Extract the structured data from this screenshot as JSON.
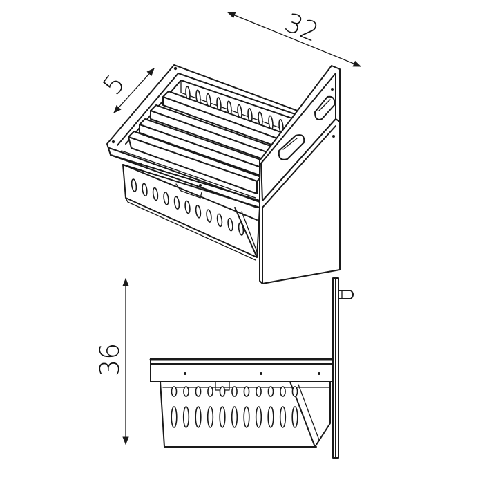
{
  "dimensions": {
    "width_label": "32",
    "depth_label": "5",
    "height_label": "36"
  },
  "colors": {
    "line": "#1a1a1a",
    "background": "#ffffff"
  }
}
